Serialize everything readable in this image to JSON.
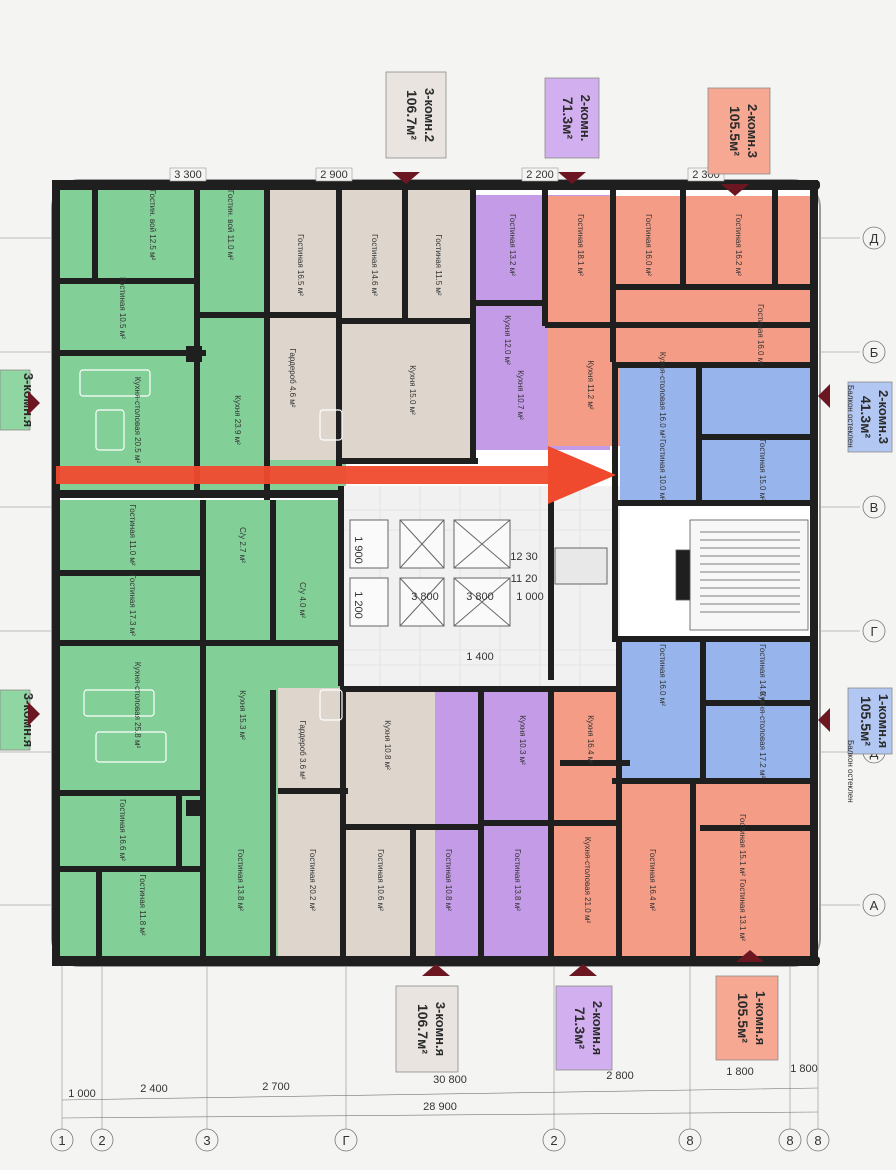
{
  "colors": {
    "green": "#7fcf94",
    "beige": "#ded7cf",
    "purple": "#c29ae6",
    "salmon": "#f49a86",
    "blue": "#97b6ec",
    "wall": "#1f1f1f",
    "arrow": "#f04a2e",
    "marker": "#6b1620"
  },
  "units": [
    {
      "id": "top-3k",
      "rooms": "3-комн.2",
      "area": "106.7м²",
      "fill": "#e9e4df"
    },
    {
      "id": "top-2k-a",
      "rooms": "2-комн.",
      "area": "71.3м²",
      "fill": "#d2b0ef"
    },
    {
      "id": "top-2k-b",
      "rooms": "2-комн.3",
      "area": "105.5м²",
      "fill": "#f7a893"
    },
    {
      "id": "right-2k",
      "rooms": "2-комн.3",
      "area": "41.3м²",
      "fill": "#b2c7f2"
    },
    {
      "id": "right-1k",
      "rooms": "1-комн.я",
      "area": "105.5м²",
      "fill": "#b2c7f2"
    },
    {
      "id": "bottom-3k",
      "rooms": "3-комн.я",
      "area": "106.7м²",
      "fill": "#e9e4df"
    },
    {
      "id": "bottom-2k",
      "rooms": "2-комн.я",
      "area": "71.3м²",
      "fill": "#d2b0ef"
    },
    {
      "id": "bottom-1k",
      "rooms": "1-комн.я",
      "area": "105.5м²",
      "fill": "#f7a893"
    },
    {
      "id": "left-3k-a",
      "rooms": "3-комн.я",
      "area": "",
      "fill": "#8fd6a2"
    },
    {
      "id": "left-3k-b",
      "rooms": "3-комн.я",
      "area": "",
      "fill": "#8fd6a2"
    }
  ],
  "axes": {
    "rows": [
      "Д",
      "Б",
      "В",
      "Г",
      "Д",
      "А"
    ],
    "cols": [
      "1",
      "2",
      "3",
      "Г",
      "2",
      "8",
      "8",
      "8"
    ]
  },
  "dimensions": {
    "top": [
      "3 300",
      "2 900",
      "2 200",
      "2 300"
    ],
    "bottom_row1": [
      "1 000",
      "2 400",
      "2 700",
      "30 800",
      "2 800",
      "1 800",
      "1 800"
    ],
    "bottom_row2": [
      "28 900"
    ],
    "core": [
      "1 900",
      "3 800",
      "3 800",
      "1 000",
      "1 200",
      "12 30",
      "11 20",
      "1 400"
    ]
  },
  "notes": {
    "right_top": "Балкон остеклен",
    "right_bottom": "Балкон остеклен"
  },
  "rooms": {
    "green_tl": [
      "Гостин. вой 12.5 м²",
      "Гостин. вой 11.0 м²",
      "Гостиная 10.5 м²",
      "Кухня-столовая 20.5 м²",
      "Кухня 23.9 м²",
      "Гардероб 4.6 м²"
    ],
    "green_ml": [
      "Гостиная 11.0 м²",
      "Гостиная 17.3 м²",
      "С/у 2.7 м²",
      "С/у 4.0 м²"
    ],
    "green_bl": [
      "Кухня-столовая 25.8 м²",
      "Кухня 15.3 м²",
      "Гостиная 16.6 м²",
      "Гостиная 11.8 м²",
      "Гостиная 13.8 м²",
      "Гардероб 3.6 м²"
    ],
    "beige_t": [
      "Гостиная 16.5 м²",
      "Гостиная 14.6 м²",
      "Гостиная 11.5 м²",
      "Кухня 15.0 м²"
    ],
    "beige_b": [
      "Кухня 10.8 м²",
      "Гостиная 20.2 м²",
      "Гостиная 10.6 м²",
      "Гостиная 10.8 м²"
    ],
    "purple_t": [
      "Гостиная 13.2 м²",
      "Гостиная 18.1 м²",
      "Кухня 12.0 м²",
      "Кухня 10.7 м²"
    ],
    "purple_b": [
      "Кухня 10.3 м²",
      "Гостиная 13.8 м²",
      "Кухня-столовая 21.0 м²"
    ],
    "salmon_t": [
      "Гостиная 16.0 м²",
      "Гостиная 16.2 м²",
      "Гостиная 16.0 м²",
      "Кухня 11.2 м²"
    ],
    "salmon_b": [
      "Кухня 16.4 м²",
      "Гостиная 16.4 м²",
      "Гостиная 15.1 м²",
      "Гостиная 13.1 м²"
    ],
    "blue_t": [
      "Кухня-столовая 16.0 м²",
      "Гостиная 10.0 м²",
      "Гостиная 15.0 м²"
    ],
    "blue_b": [
      "Гостиная 16.0 м²",
      "Кухня-столовая 17.2 м²",
      "Гостиная 14.0 м²"
    ]
  }
}
